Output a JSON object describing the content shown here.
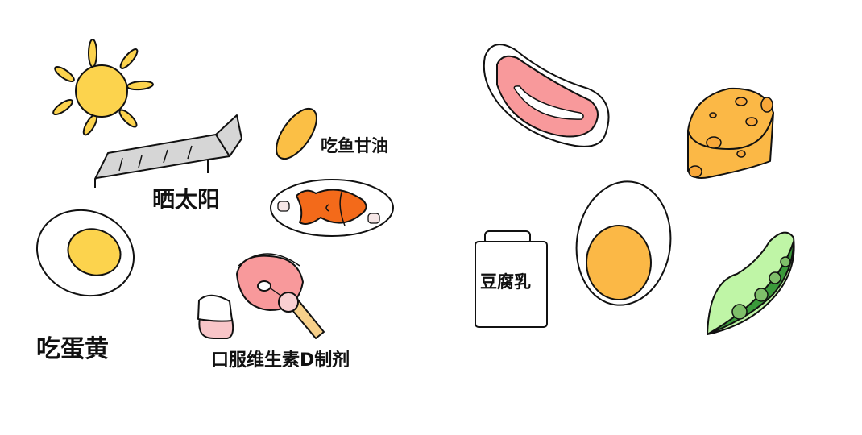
{
  "labels": {
    "sunbathe": "晒太阳",
    "cod_liver_oil": "吃鱼甘油",
    "egg_yolk": "吃蛋黄",
    "vitamin_d_supplement": "口服维生素D制剂",
    "fermented_tofu": "豆腐乳"
  },
  "colors": {
    "sun": "#fcd34d",
    "capsule": "#fbbf45",
    "fish": "#f36a1a",
    "meat": "#f8999b",
    "cheese": "#fbb846",
    "pea_pod": "#bff5a6",
    "pea": "#7fbf6a",
    "chair": "#d6d6d6"
  }
}
